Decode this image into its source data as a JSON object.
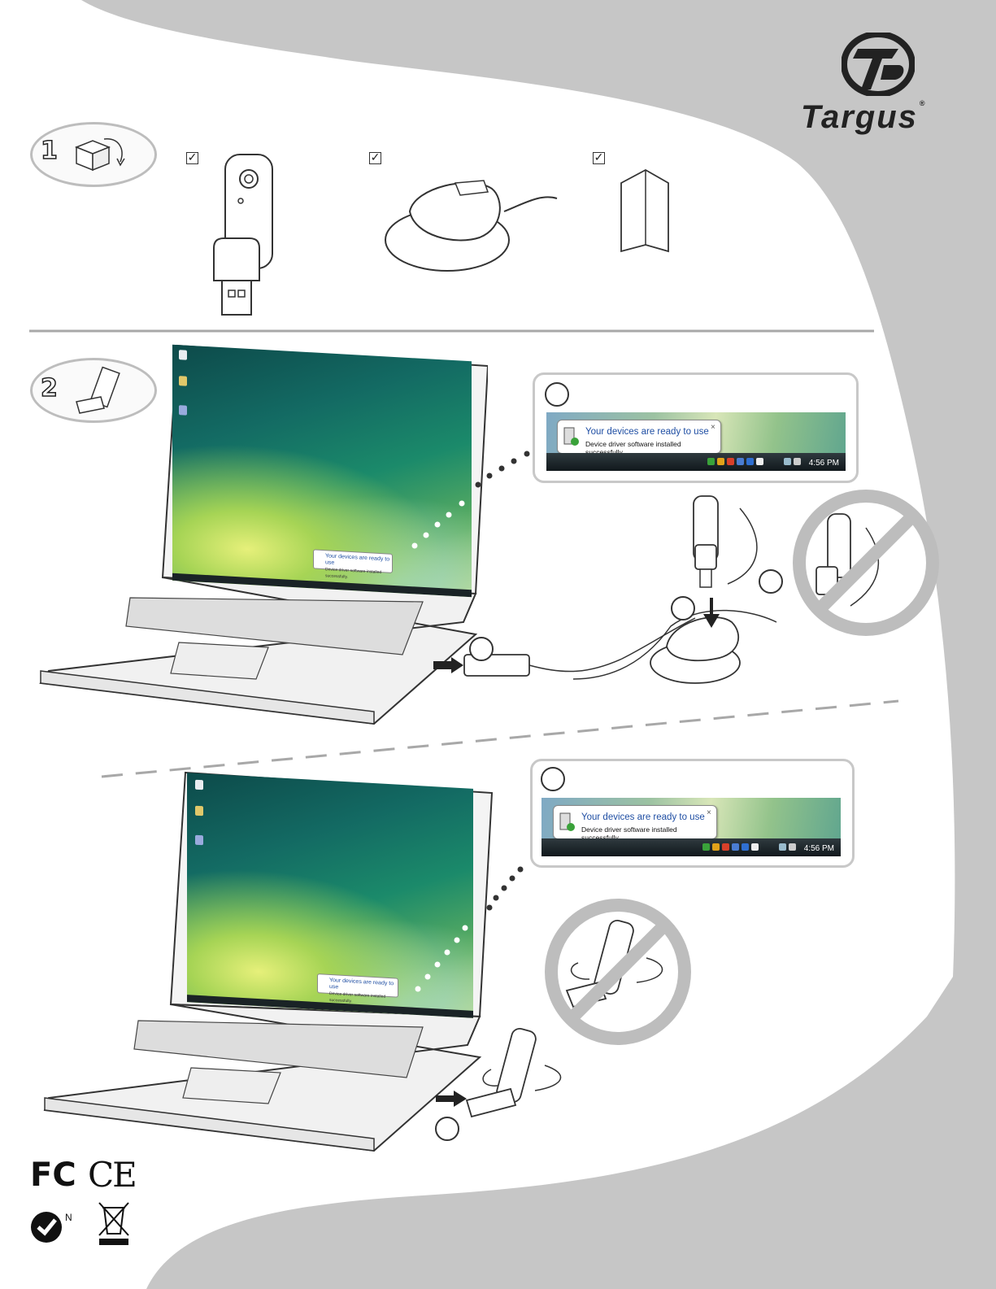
{
  "brand": {
    "name": "Targus",
    "trademark": "®"
  },
  "step1": {
    "number": "1",
    "items": [
      "usb-receiver-with-stand",
      "usb-cradle",
      "quick-start-guide"
    ]
  },
  "step2": {
    "number": "2"
  },
  "callouts": [
    {
      "notification_title": "Your devices are ready to use",
      "notification_body": "Device driver software installed successfully.",
      "close": "×",
      "clock": "4:56 PM"
    },
    {
      "notification_title": "Your devices are ready to use",
      "notification_body": "Device driver software installed successfully.",
      "close": "×",
      "clock": "4:56 PM"
    }
  ],
  "screen_balloon": {
    "title": "Your devices are ready to use",
    "body": "Device driver software installed successfully."
  },
  "compliance": {
    "fcc": "FC",
    "ce": "CE",
    "ctick_suffix": "N"
  },
  "colors": {
    "bg_gray": "#c4c4c4",
    "line_gray": "#a8a8a8",
    "accent_green": "#5fa58f"
  }
}
